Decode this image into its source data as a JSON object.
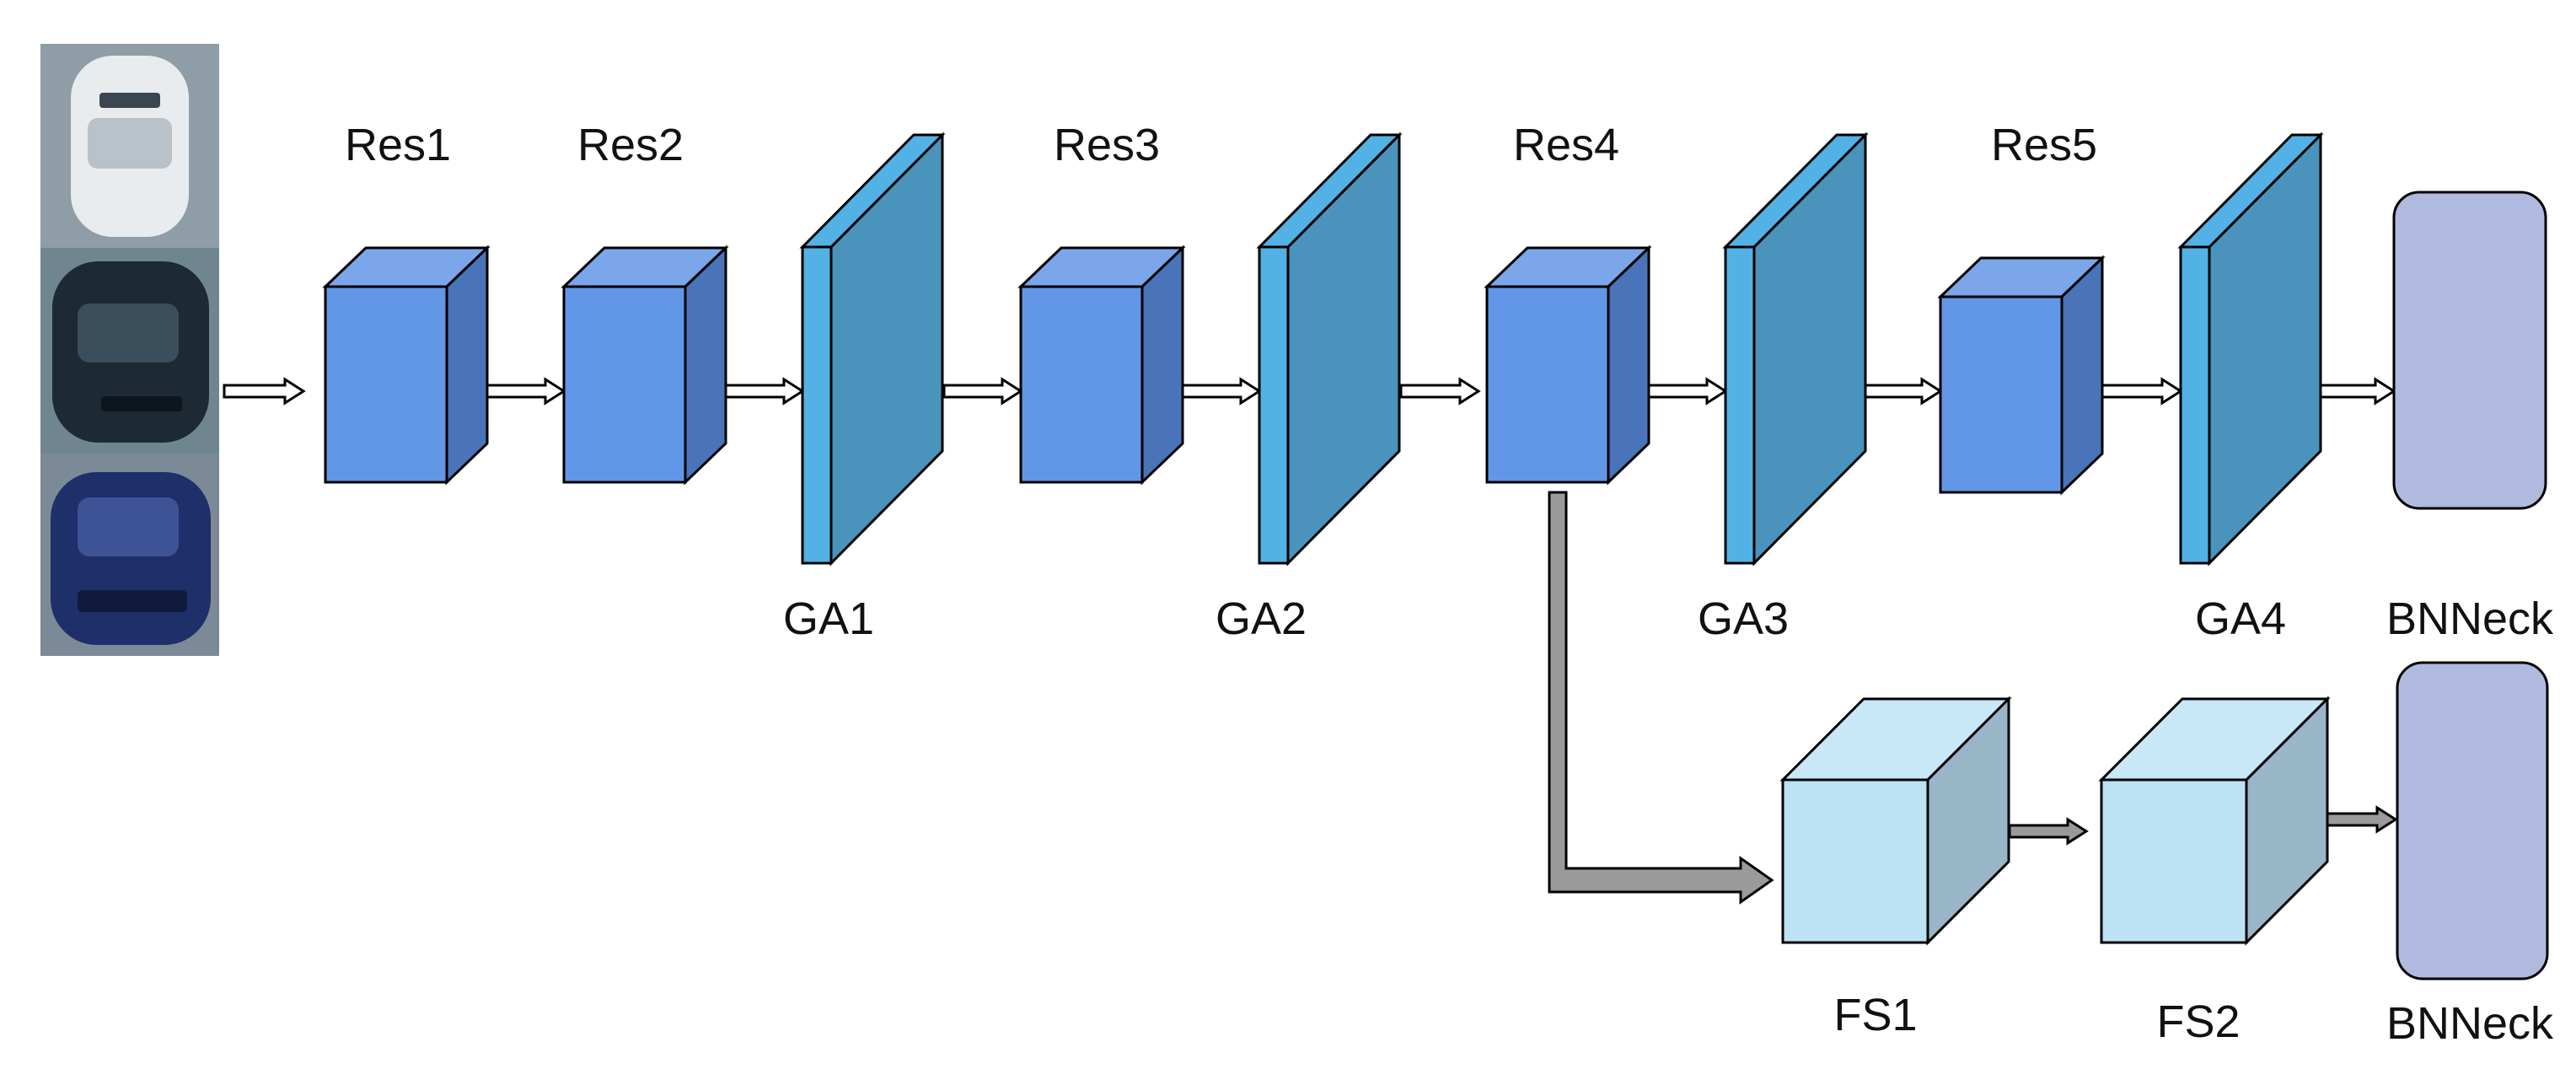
{
  "colors": {
    "res_front": "#6296E6",
    "res_top": "#7BA6EA",
    "res_side": "#4A74BA",
    "ga_front": "#4A93BC",
    "ga_side": "#52B1E5",
    "fs_front": "#BCE2F4",
    "fs_top": "#C8E8F7",
    "fs_side": "#98B6C7",
    "bnneck": "#B0BADF",
    "arrow": "#9A9A9A"
  },
  "input_images": [
    {
      "name": "white-car-photo",
      "color": "#E8ECEF"
    },
    {
      "name": "black-car-photo",
      "color": "#1D2A34"
    },
    {
      "name": "blue-car-photo",
      "color": "#1E2F6A"
    }
  ],
  "res_blocks": [
    {
      "id": "res1",
      "label": "Res1"
    },
    {
      "id": "res2",
      "label": "Res2"
    },
    {
      "id": "res3",
      "label": "Res3"
    },
    {
      "id": "res4",
      "label": "Res4"
    },
    {
      "id": "res5",
      "label": "Res5"
    }
  ],
  "ga_blocks": [
    {
      "id": "ga1",
      "label": "GA1"
    },
    {
      "id": "ga2",
      "label": "GA2"
    },
    {
      "id": "ga3",
      "label": "GA3"
    },
    {
      "id": "ga4",
      "label": "GA4"
    }
  ],
  "fs_blocks": [
    {
      "id": "fs1",
      "label": "FS1"
    },
    {
      "id": "fs2",
      "label": "FS2"
    }
  ],
  "bnneck_blocks": [
    {
      "id": "bnneck-top",
      "label": "BNNeck"
    },
    {
      "id": "bnneck-bottom",
      "label": "BNNeck"
    }
  ]
}
